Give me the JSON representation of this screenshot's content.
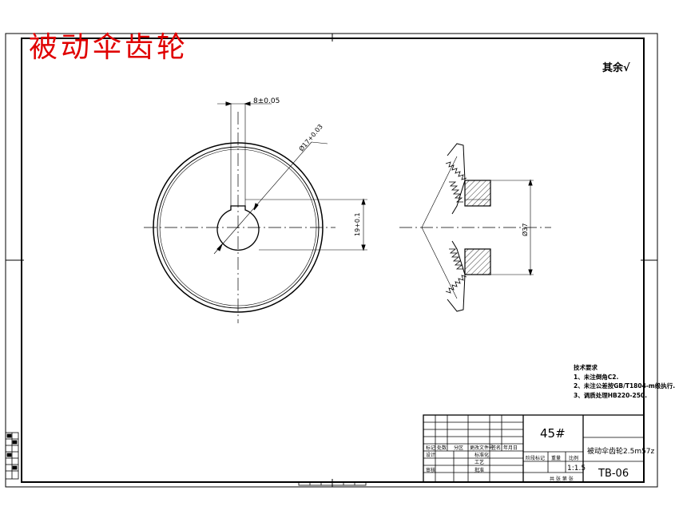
{
  "title": "被动伞齿轮",
  "roughness": "其余",
  "roughness_symbol": "√",
  "dims": {
    "keyway_width": "8±0.05",
    "bore_diameter": "Ø17+0.03",
    "bore_tol": "+0.03",
    "keyway_depth": "19+0.1",
    "hub_diameter": "Ø37"
  },
  "notes": {
    "heading": "技术要求",
    "items": [
      "1、未注倒角C2.",
      "2、未注公差按GB/T1804-m级执行.",
      "3、调质处理HB220-250."
    ]
  },
  "title_block": {
    "material": "45#",
    "part_name": "被动伞齿轮2.5m57z",
    "drawing_no": "TB-06",
    "scale": "1:1.5",
    "labels": {
      "mark": "标记",
      "count": "处数",
      "zone": "分区",
      "change_doc": "更改文件号",
      "sign": "签名",
      "date": "年月日",
      "design": "设计",
      "standardize": "标准化",
      "review": "审核",
      "process": "工艺",
      "approve": "批准",
      "stage_mark": "阶段标记",
      "weight": "重量",
      "scale_label": "比例",
      "sheets": "共 张 第 张"
    }
  }
}
